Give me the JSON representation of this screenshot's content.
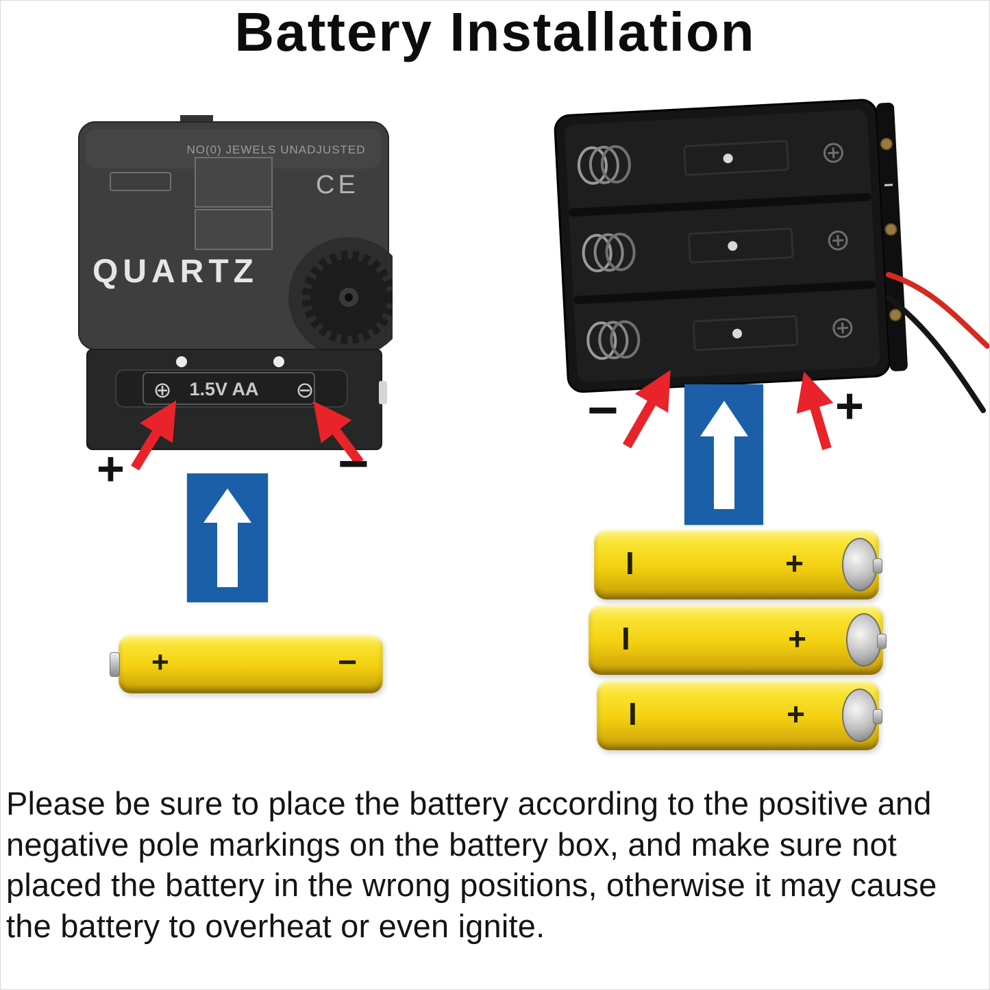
{
  "title": "Battery Installation",
  "movement": {
    "top_text": "NO(0) JEWELS UNADJUSTED",
    "brand": "QUARTZ",
    "ce_mark": "CE",
    "slot_plus": "⊕",
    "slot_label": "1.5V AA",
    "slot_minus": "⊖"
  },
  "left_assembly": {
    "plus_label": "+",
    "minus_label": "−",
    "battery_plus": "+",
    "battery_minus": "−"
  },
  "right_assembly": {
    "minus_label": "−",
    "plus_label": "+",
    "batteries": [
      {
        "neg_mark": "I",
        "plus_mark": "+"
      },
      {
        "neg_mark": "I",
        "plus_mark": "+"
      },
      {
        "neg_mark": "I",
        "plus_mark": "+"
      }
    ]
  },
  "warning_text": "Please be sure to place the battery according to the positive and negative pole markings on the battery box, and make sure  not placed the battery in the wrong positions, otherwise it may cause the battery to overheat or even ignite.",
  "colors": {
    "arrow_red": "#e8232a",
    "guide_blue": "#1a5fa8",
    "battery_yellow": "#f3cf10"
  }
}
